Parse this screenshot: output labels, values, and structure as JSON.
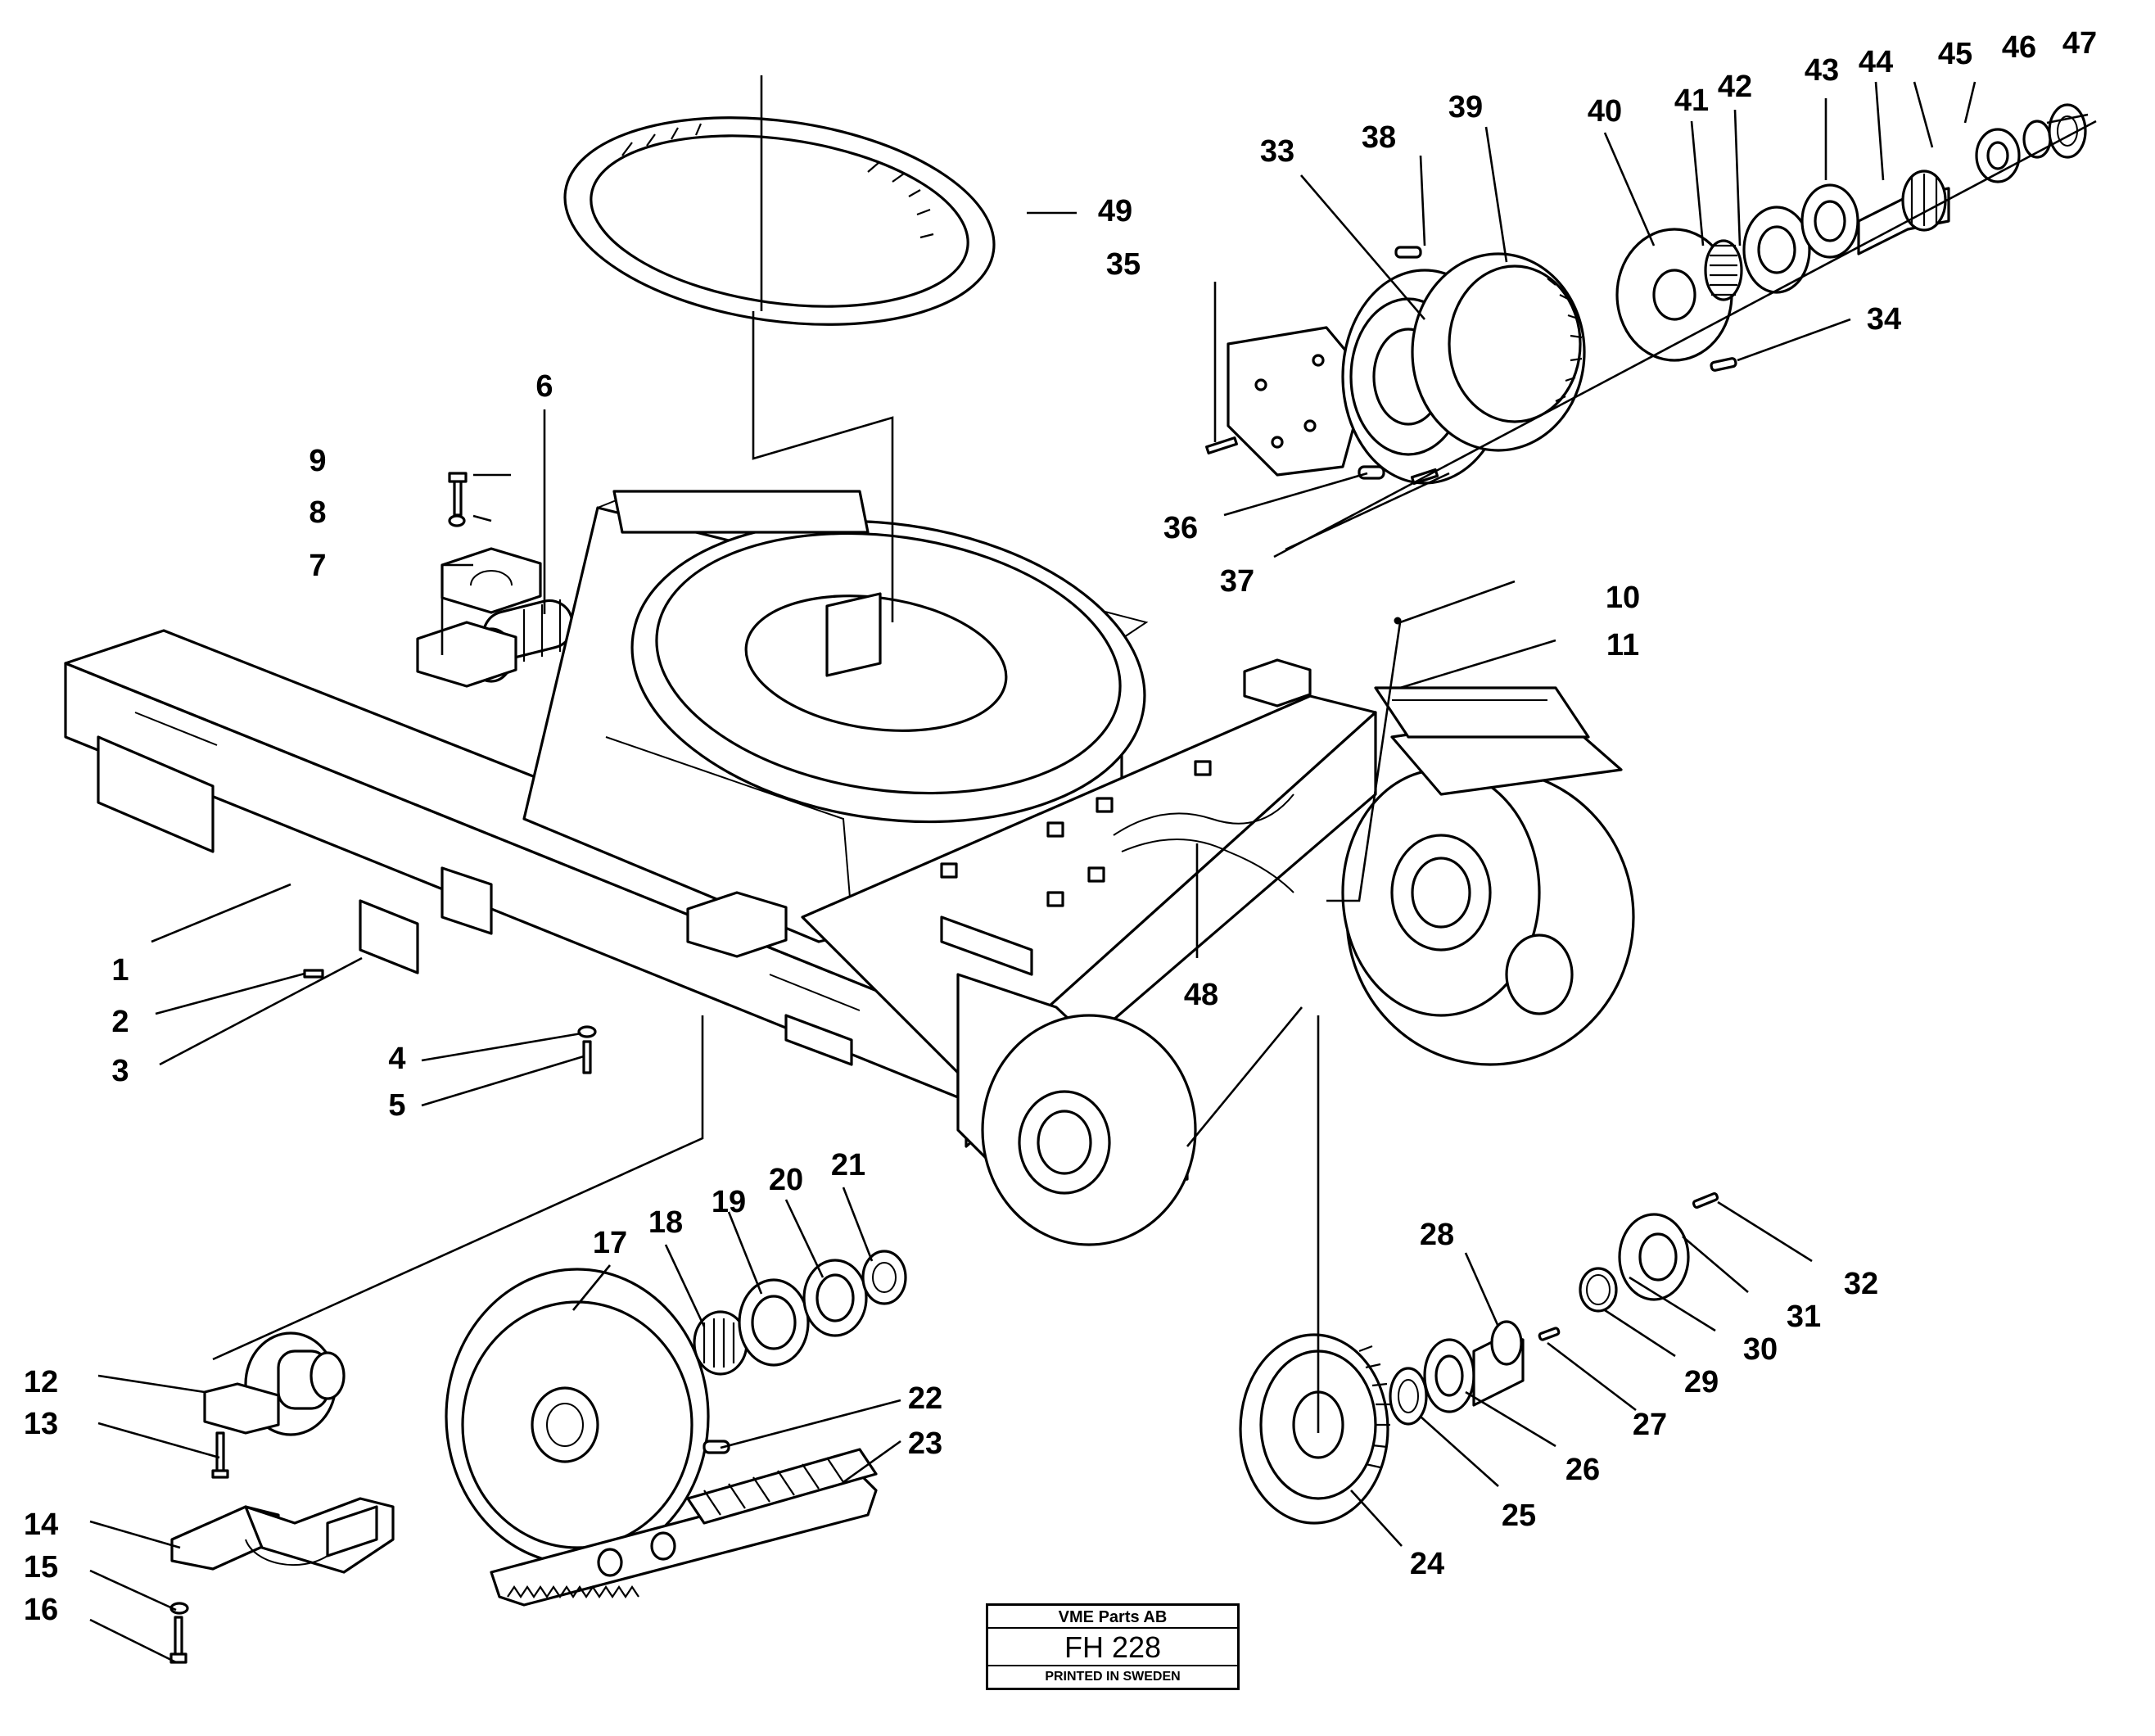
{
  "callouts": [
    {
      "id": "1",
      "label": "1"
    },
    {
      "id": "2",
      "label": "2"
    },
    {
      "id": "3",
      "label": "3"
    },
    {
      "id": "4",
      "label": "4"
    },
    {
      "id": "5",
      "label": "5"
    },
    {
      "id": "6",
      "label": "6"
    },
    {
      "id": "7",
      "label": "7"
    },
    {
      "id": "8",
      "label": "8"
    },
    {
      "id": "9",
      "label": "9"
    },
    {
      "id": "10",
      "label": "10"
    },
    {
      "id": "11",
      "label": "11"
    },
    {
      "id": "12",
      "label": "12"
    },
    {
      "id": "13",
      "label": "13"
    },
    {
      "id": "14",
      "label": "14"
    },
    {
      "id": "15",
      "label": "15"
    },
    {
      "id": "16",
      "label": "16"
    },
    {
      "id": "17",
      "label": "17"
    },
    {
      "id": "18",
      "label": "18"
    },
    {
      "id": "19",
      "label": "19"
    },
    {
      "id": "20",
      "label": "20"
    },
    {
      "id": "21",
      "label": "21"
    },
    {
      "id": "22",
      "label": "22"
    },
    {
      "id": "23",
      "label": "23"
    },
    {
      "id": "24",
      "label": "24"
    },
    {
      "id": "25",
      "label": "25"
    },
    {
      "id": "26",
      "label": "26"
    },
    {
      "id": "27",
      "label": "27"
    },
    {
      "id": "28",
      "label": "28"
    },
    {
      "id": "29",
      "label": "29"
    },
    {
      "id": "30",
      "label": "30"
    },
    {
      "id": "31",
      "label": "31"
    },
    {
      "id": "32",
      "label": "32"
    },
    {
      "id": "33",
      "label": "33"
    },
    {
      "id": "34",
      "label": "34"
    },
    {
      "id": "35",
      "label": "35"
    },
    {
      "id": "36",
      "label": "36"
    },
    {
      "id": "37",
      "label": "37"
    },
    {
      "id": "38",
      "label": "38"
    },
    {
      "id": "39",
      "label": "39"
    },
    {
      "id": "40",
      "label": "40"
    },
    {
      "id": "41",
      "label": "41"
    },
    {
      "id": "42",
      "label": "42"
    },
    {
      "id": "43",
      "label": "43"
    },
    {
      "id": "44",
      "label": "44"
    },
    {
      "id": "45",
      "label": "45"
    },
    {
      "id": "46",
      "label": "46"
    },
    {
      "id": "47",
      "label": "47"
    },
    {
      "id": "48",
      "label": "48"
    },
    {
      "id": "49",
      "label": "49"
    }
  ],
  "title_block": {
    "company": "VME Parts AB",
    "code": "FH 228",
    "printed": "PRINTED IN SWEDEN"
  }
}
